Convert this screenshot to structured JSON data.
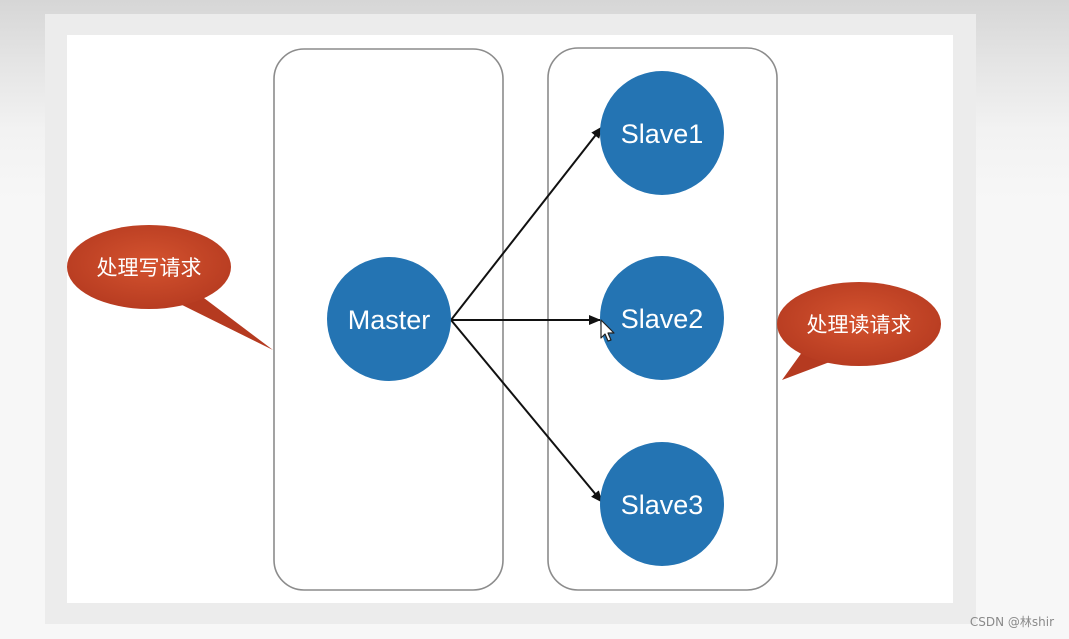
{
  "nodes": {
    "master": {
      "label": "Master"
    },
    "slaves": [
      {
        "label": "Slave1"
      },
      {
        "label": "Slave2"
      },
      {
        "label": "Slave3"
      }
    ]
  },
  "callouts": {
    "write": {
      "label": "处理写请求"
    },
    "read": {
      "label": "处理读请求"
    }
  },
  "watermark": {
    "label": "CSDN @林shir"
  },
  "colors": {
    "node_fill": "#2474b3",
    "callout_fill": "#c4472a",
    "group_border": "#8c8c8c",
    "arrow": "#111111"
  }
}
